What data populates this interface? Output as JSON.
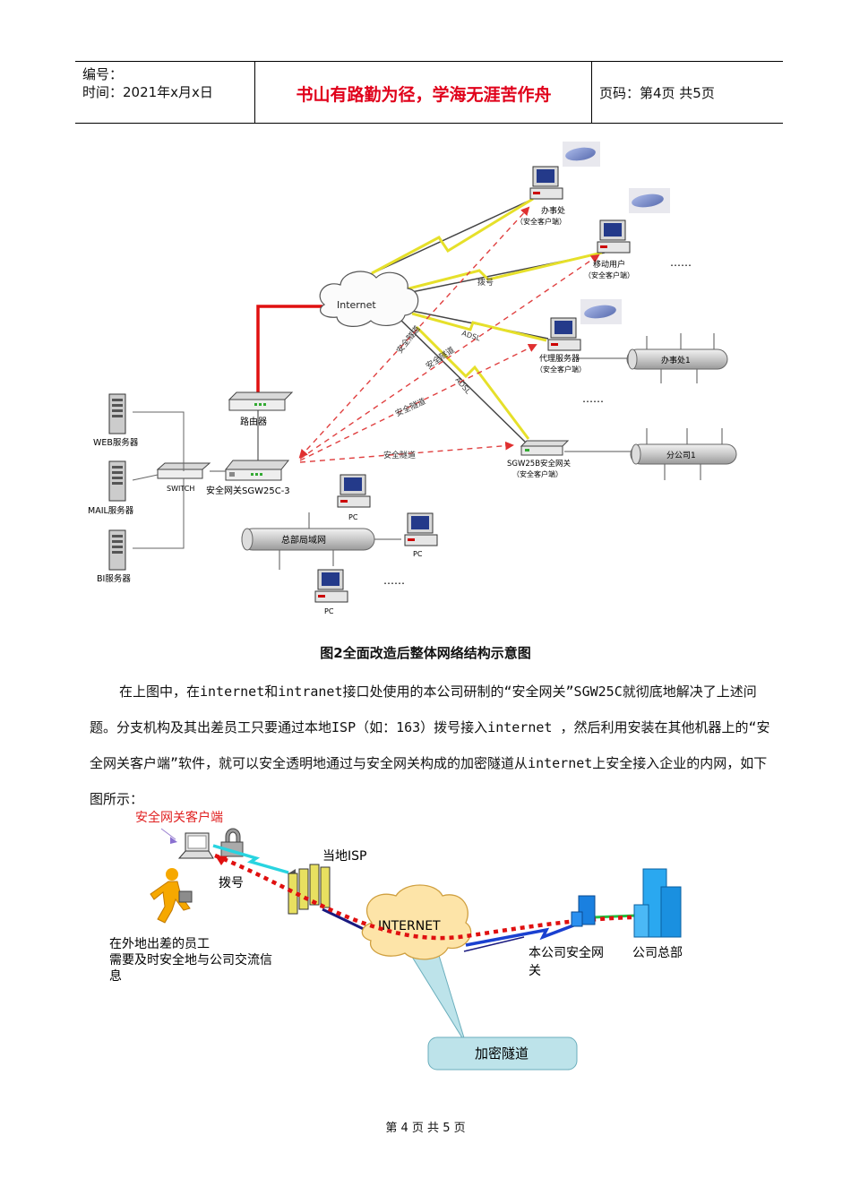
{
  "header": {
    "number_label": "编号：",
    "time_label": "时间：2021年x月x日",
    "motto": "书山有路勤为径，学海无涯苦作舟",
    "page_label": "页码：第4页  共5页"
  },
  "figure1": {
    "internet": "Internet",
    "office1": "办事处",
    "office1_sub": "（安全客户端）",
    "mobile": "移动用户",
    "mobile_sub": "（安全客户端）",
    "proxy": "代理服务器",
    "proxy_sub": "（安全客户端）",
    "dial": "拨号",
    "adsl1": "ADSL",
    "adsl2": "ADSL",
    "tunnel": "安全隧道",
    "router": "路由器",
    "gateway": "安全网关SGW25C-3",
    "switch": "SWITCH",
    "web_server": "WEB服务器",
    "mail_server": "MAIL服务器",
    "bi_server": "BI服务器",
    "hq_lan": "总部局域网",
    "branch_gw": "SGW25B安全网关",
    "branch_gw_sub": "（安全客户端）",
    "office_net": "办事处1",
    "branch_net": "分公司1",
    "pc": "PC",
    "ellipsis": "……"
  },
  "caption": "图2全面改造后整体网络结构示意图",
  "paragraph": "在上图中，在internet和intranet接口处使用的本公司研制的“安全网关”SGW25C就彻底地解决了上述问题。分支机构及其出差员工只要通过本地ISP（如：163）拨号接入internet ，然后利用安装在其他机器上的“安全网关客户端”软件，就可以安全透明地通过与安全网关构成的加密隧道从internet上安全接入企业的内网，如下图所示：",
  "figure2": {
    "client": "安全网关客户端",
    "isp": "当地ISP",
    "dial": "拨号",
    "internet": "INTERNET",
    "gateway": "本公司安全网关",
    "hq": "公司总部",
    "employee_note": "在外地出差的员工需要及时安全地与公司交流信息",
    "tunnel": "加密隧道"
  },
  "footer": "第 4 页 共 5 页"
}
